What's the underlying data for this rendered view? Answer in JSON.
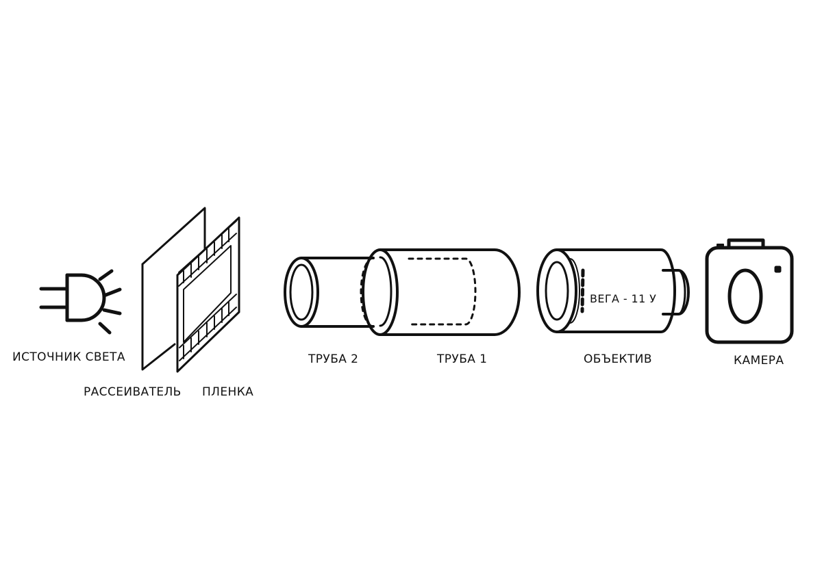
{
  "labels": {
    "light_source": "ИСТОЧНИК СВЕТА",
    "diffuser": "РАССЕИВАТЕЛЬ",
    "film": "ПЛЕНКА",
    "tube_2": "ТРУБА 2",
    "tube_1": "ТРУБА 1",
    "lens": "ОБЪЕКТИВ",
    "camera": "КАМЕРА"
  },
  "lens_engraving": "ВЕГА - 11 У",
  "colors": {
    "stroke": "#111111",
    "background": "#ffffff"
  }
}
